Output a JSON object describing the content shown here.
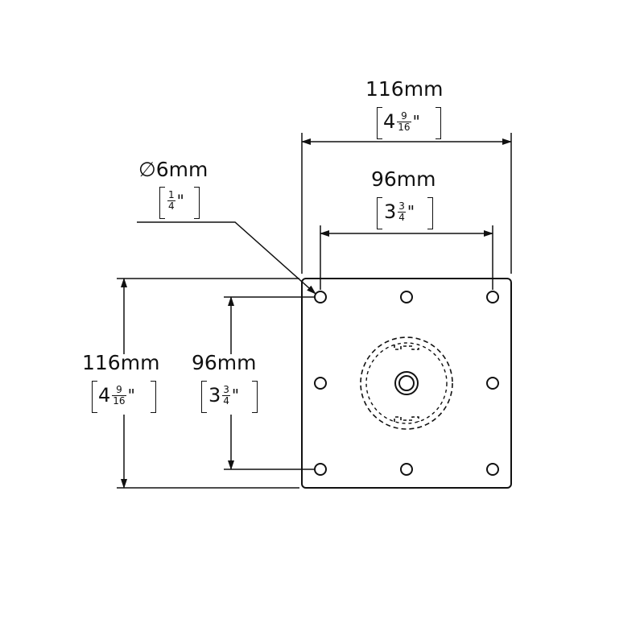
{
  "colors": {
    "line": "#111111",
    "background": "#ffffff"
  },
  "dimensions": {
    "top_width": {
      "metric": "116mm",
      "whole": "4",
      "num": "9",
      "den": "16",
      "inch": "\""
    },
    "top_inner": {
      "metric": "96mm",
      "whole": "3",
      "num": "3",
      "den": "4",
      "inch": "\""
    },
    "left_height": {
      "metric": "116mm",
      "whole": "4",
      "num": "9",
      "den": "16",
      "inch": "\""
    },
    "left_inner": {
      "metric": "96mm",
      "whole": "3",
      "num": "3",
      "den": "4",
      "inch": "\""
    },
    "hole": {
      "symbol": "∅",
      "metric": "6mm",
      "num": "1",
      "den": "4",
      "inch": "\""
    }
  }
}
